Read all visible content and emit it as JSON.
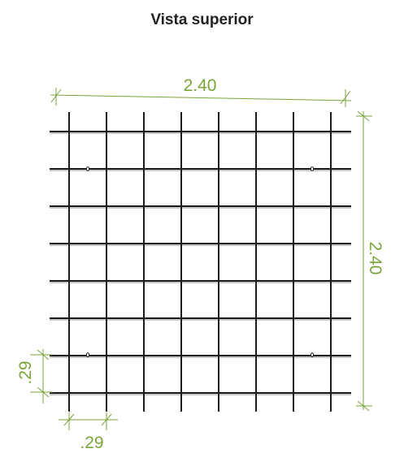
{
  "title": "Vista superior",
  "dimensions": {
    "width_label": "2.40",
    "height_label": "2.40",
    "vertical_spacing_label": ".29",
    "horizontal_spacing_label": ".29"
  },
  "grid": {
    "vertical_bars": 8,
    "horizontal_bars": 8
  },
  "colors": {
    "dimension": "#7aa33a",
    "bars": "#1a1a1a"
  }
}
